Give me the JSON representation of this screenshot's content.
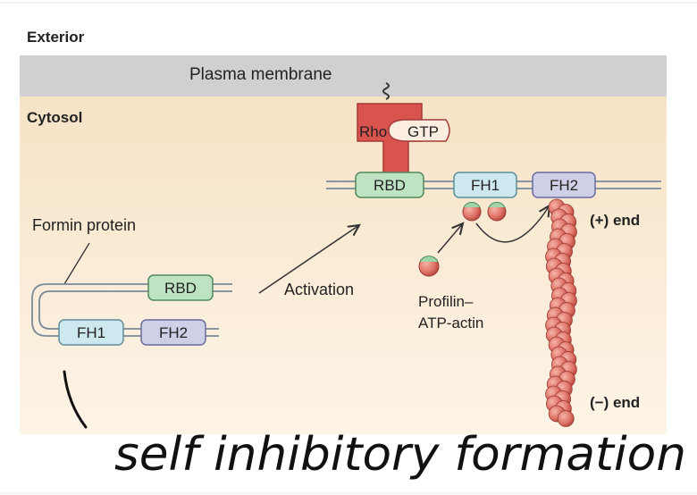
{
  "labels": {
    "exterior": "Exterior",
    "plasma_membrane": "Plasma membrane",
    "cytosol": "Cytosol",
    "formin_protein": "Formin protein",
    "rho": "Rho",
    "gtp": "GTP",
    "rbd_active": "RBD",
    "fh1_active": "FH1",
    "fh2_active": "FH2",
    "rbd_inactive": "RBD",
    "fh1_inactive": "FH1",
    "fh2_inactive": "FH2",
    "activation": "Activation",
    "profilin_line1": "Profilin–",
    "profilin_line2": "ATP-actin",
    "plus_end": "(+) end",
    "minus_end": "(−) end"
  },
  "annotation": {
    "handwritten": "self inhibitory formation"
  },
  "colors": {
    "membrane": "#cfd0d1",
    "cytosol_top": "#f6e3c6",
    "cytosol_bottom": "#fdf4e7",
    "rho": "#d9534f",
    "rbd": "#bde3c3",
    "fh1": "#cde8ee",
    "fh2": "#cfcfe8",
    "actin": "#e0766a"
  }
}
